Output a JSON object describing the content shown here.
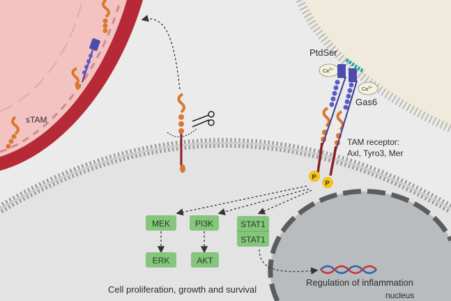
{
  "labels": {
    "stam": "sTAM",
    "ptdser": "PtdSer",
    "ca": "Ca",
    "ca_sup": "2+",
    "gas6": "Gas6",
    "receptor_line1": "TAM receptor:",
    "receptor_line2": "Axl, Tyro3, Mer",
    "phospho": "P",
    "cell_outcome": "Cell proliferation, growth and survival",
    "inflammation": "Regulation of inflammation",
    "nucleus": "nucleus"
  },
  "pathways": [
    {
      "top": "MEK",
      "bottom": "ERK"
    },
    {
      "top": "PI3K",
      "bottom": "AKT"
    },
    {
      "top": "STAT1",
      "bottom": "STAT1"
    }
  ],
  "colors": {
    "background": "#ebebeb",
    "vessel_outer": "#b52a36",
    "vessel_inner": "#f2c3c1",
    "membrane_head": "#a3a3a3",
    "apoptotic_cell": "#efeadb",
    "box_fill": "#85c57c",
    "receptor_orange": "#d9772e",
    "receptor_blue": "#3a3a8f",
    "receptor_red": "#8a1f24",
    "phospho": "#f2c21a",
    "ptdser": "#13a3a3",
    "nucleus_fill": "#b8bcbf",
    "dna_blue": "#2c64b0",
    "dna_red": "#c8333b"
  }
}
